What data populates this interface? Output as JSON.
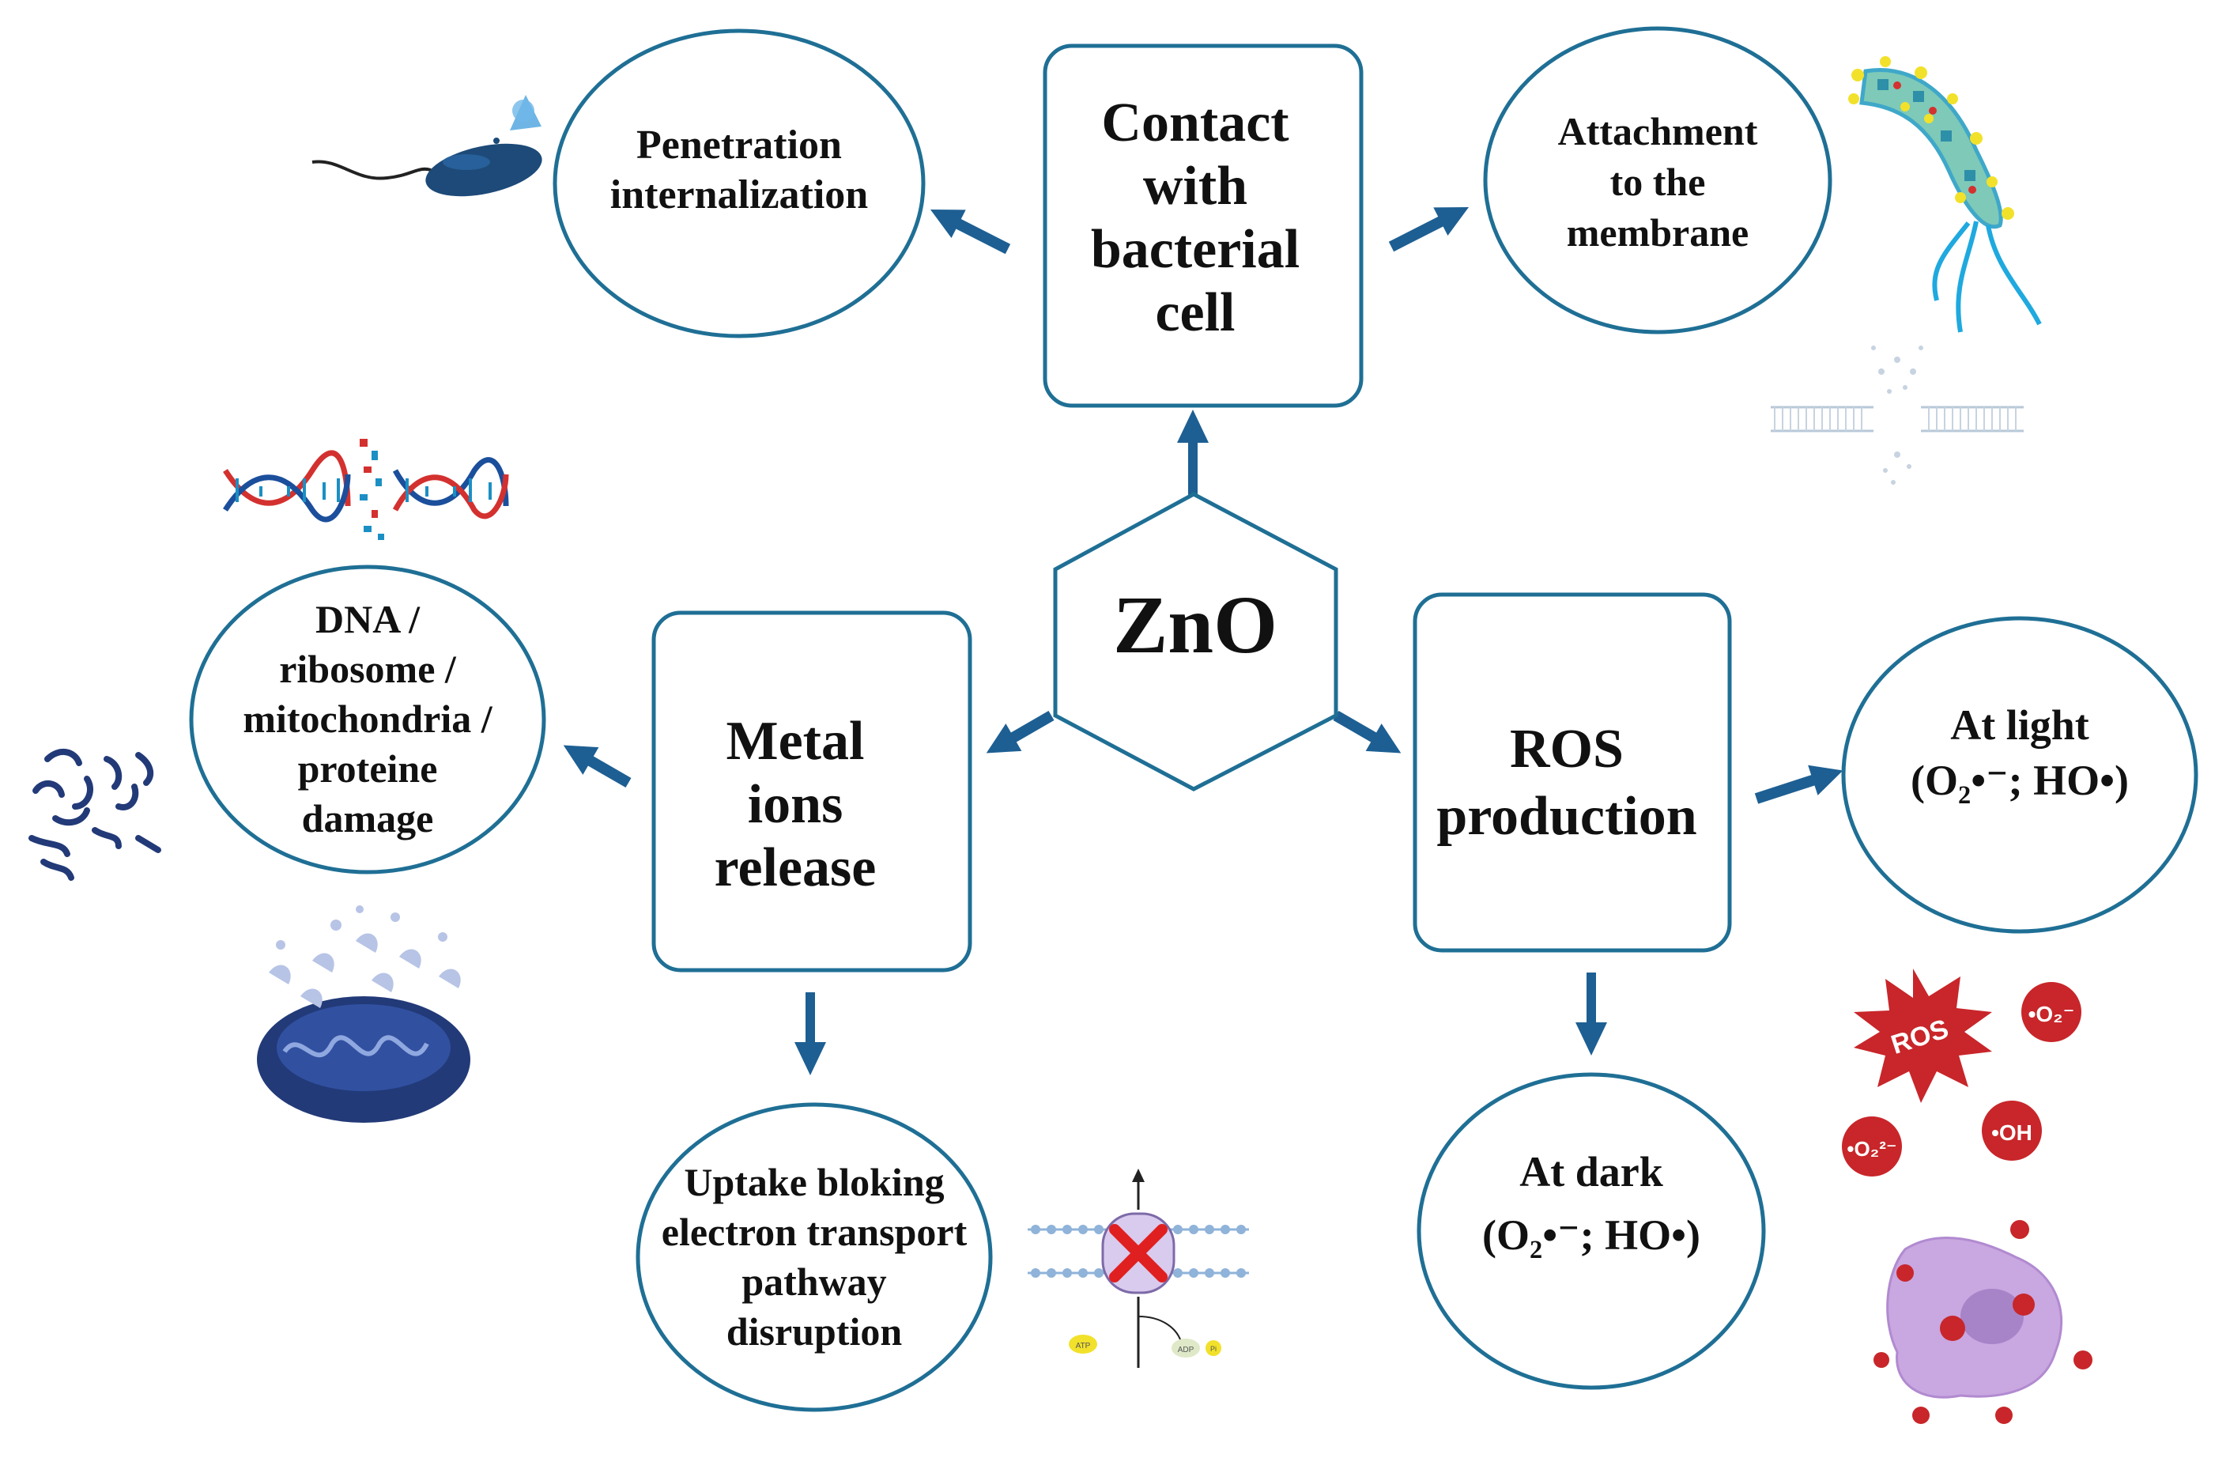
{
  "colors": {
    "outline": "#1f6f95",
    "arrow": "#1d5f93",
    "text": "#111111",
    "ros_red": "#c8262a",
    "dna_red": "#d3312f",
    "dna_blue": "#1b8fc4",
    "navy": "#223a78",
    "membrane": "#8fb3d9",
    "cell_purple": "#c9a7e0"
  },
  "center": {
    "label": "ZnO"
  },
  "boxes": {
    "contact": [
      "Contact",
      "with",
      "bacterial",
      "cell"
    ],
    "metal": [
      "Metal",
      "ions",
      "release"
    ],
    "ros": [
      "ROS",
      "production"
    ]
  },
  "ellipses": {
    "penetration": [
      "Penetration",
      "internalization"
    ],
    "attachment": [
      "Attachment",
      "to the",
      "membrane"
    ],
    "damage": [
      "DNA /",
      "ribosome /",
      "mitochondria /",
      "proteine",
      "damage"
    ],
    "uptake": [
      "Uptake bloking",
      "electron transport",
      "pathway",
      "disruption"
    ],
    "light": {
      "title": "At light",
      "formula": "(O₂•⁻; HO•)"
    },
    "dark": {
      "title": "At dark",
      "formula": "(O₂•⁻; HO•)"
    }
  },
  "icons": {
    "bacterium_penetration": "bacterium-penetration-icon",
    "bacterium_attachment": "bacterium-attachment-icon",
    "membrane_pore": "membrane-pore-icon",
    "dna_break": "dna-break-icon",
    "ribosome_fragments": "ribosome-fragments-icon",
    "mitochondrion": "mitochondrion-icon",
    "membrane_transport_block": "membrane-transport-block-icon",
    "ros_burst": "ros-burst-icon",
    "damaged_cell": "damaged-cell-icon"
  },
  "ros_cluster": {
    "burst": "ROS",
    "superoxide": "•O₂⁻",
    "hydroxyl": "•OH",
    "peroxide": "•O₂²⁻"
  },
  "transport": {
    "atp": "ATP",
    "adp": "ADP",
    "pi": "Pi"
  }
}
